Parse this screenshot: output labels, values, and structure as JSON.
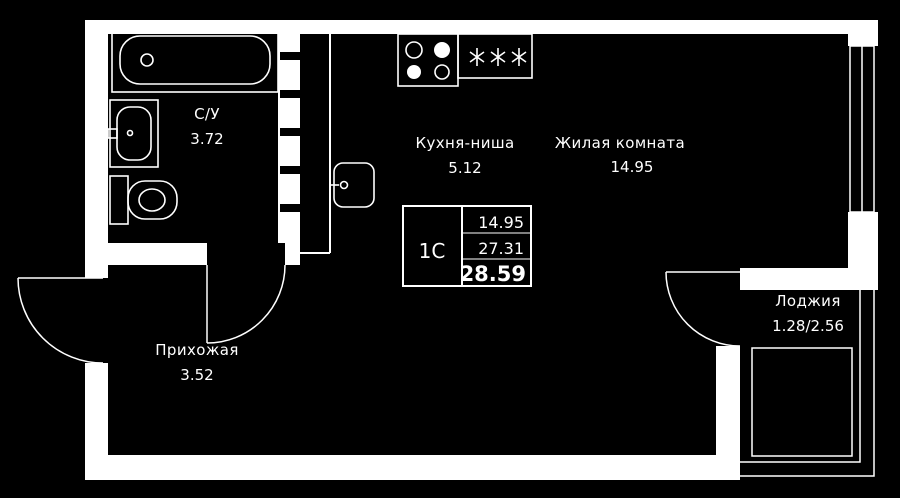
{
  "canvas": {
    "background": "#000000",
    "line_color": "#ffffff"
  },
  "rooms": {
    "bathroom": {
      "name": "С/У",
      "area": "3.72"
    },
    "kitchen": {
      "name": "Кухня-ниша",
      "area": "5.12"
    },
    "living": {
      "name": "Жилая комната",
      "area": "14.95"
    },
    "hallway": {
      "name": "Прихожая",
      "area": "3.52"
    },
    "loggia": {
      "name": "Лоджия",
      "area": "1.28/2.56"
    }
  },
  "info_box": {
    "type_label": "1С",
    "areas": [
      "14.95",
      "27.31",
      "28.59"
    ]
  },
  "icons": {
    "bathtub": "bathtub-icon: rounded tub outline with drain circle",
    "washbasin": "washbasin-icon: rect with rounded inner bowl",
    "toilet": "toilet-icon: tank rect with rounded bowl",
    "stove": "stove-burners-icon: four circles (two filled)",
    "hob": "asterisk-burners-icon: three six-spoke asterisks",
    "kitchen_sink": "kitchen-sink-icon: rounded rect with tap",
    "doors": "door-arc-icon: quarter-circle swing arcs",
    "windows": "window-icon: double parallel lines"
  }
}
